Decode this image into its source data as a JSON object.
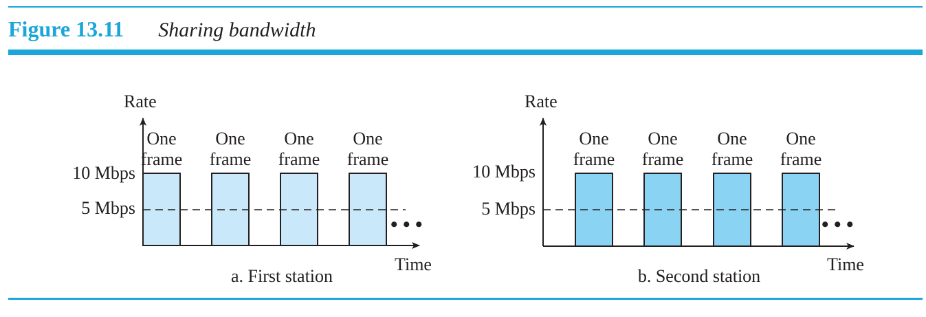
{
  "figure": {
    "label": "Figure 13.11",
    "title": "Sharing bandwidth"
  },
  "colors": {
    "accent": "#1aa6d9",
    "frame_light": "#c9e9fa",
    "frame_dark": "#8bd3f2",
    "ink": "#231f20"
  },
  "panels": [
    {
      "caption": "a. First station",
      "y_axis_label": "Rate",
      "x_axis_label": "Time",
      "levels": [
        "10 Mbps",
        "5 Mbps"
      ],
      "frame_label_line1": "One",
      "frame_label_line2": "frame",
      "frame_count": 4,
      "frame_rate_mbps": 10,
      "average_rate_mbps": 5,
      "continuation": "• • •"
    },
    {
      "caption": "b. Second station",
      "y_axis_label": "Rate",
      "x_axis_label": "Time",
      "levels": [
        "10 Mbps",
        "5 Mbps"
      ],
      "frame_label_line1": "One",
      "frame_label_line2": "frame",
      "frame_count": 4,
      "frame_rate_mbps": 10,
      "average_rate_mbps": 5,
      "continuation": "• • •"
    }
  ]
}
